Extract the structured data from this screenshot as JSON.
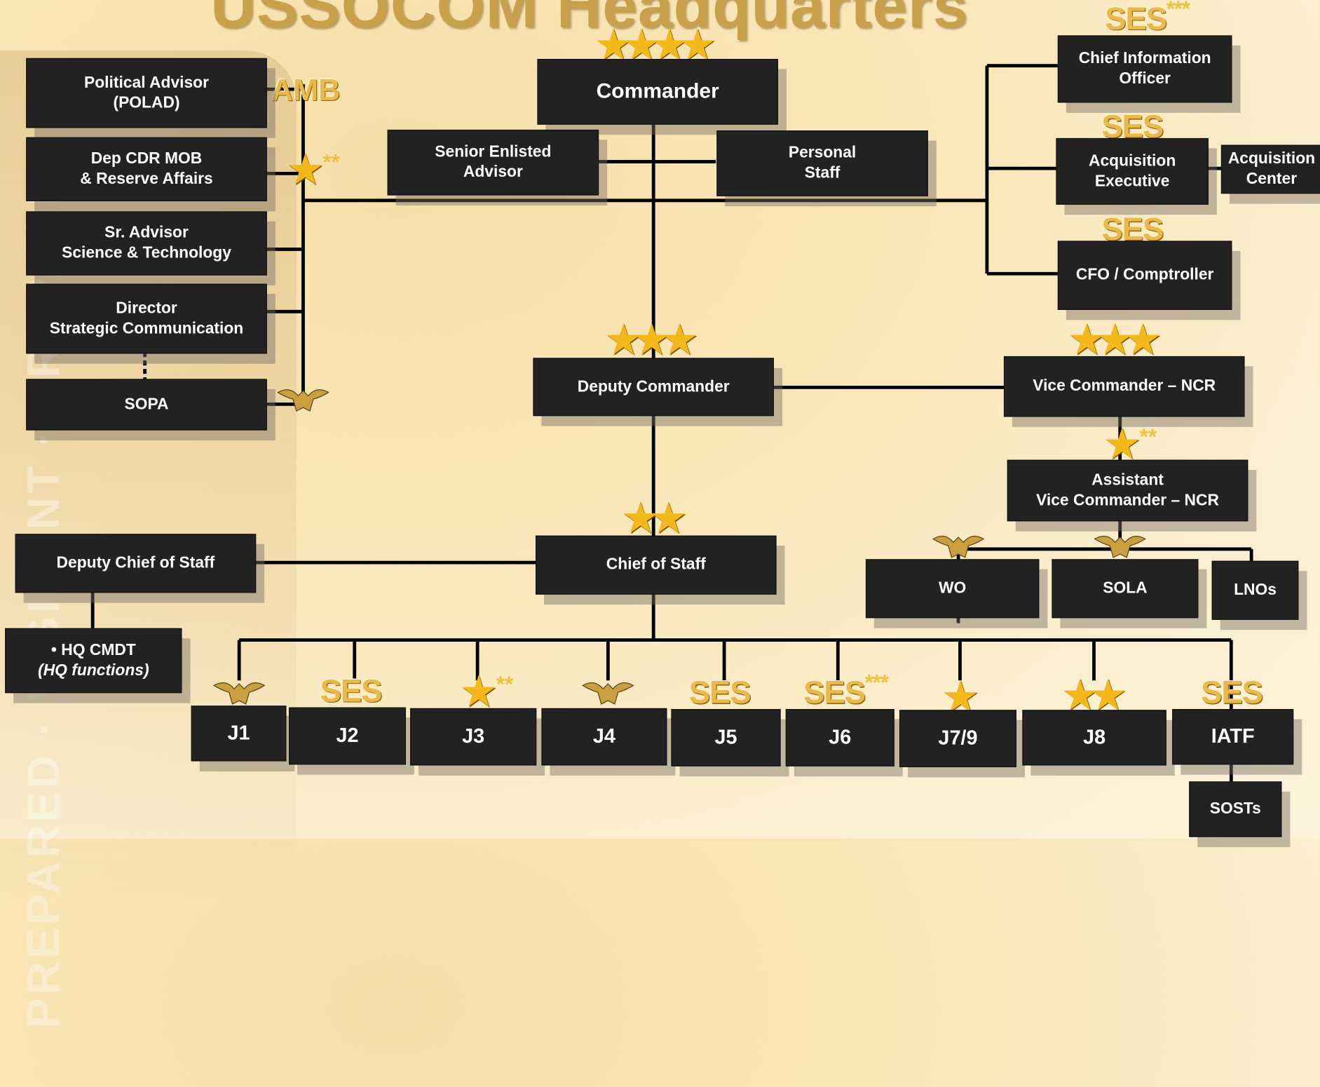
{
  "title": "USSOCOM Headquarters",
  "watermark": "PREPARED · VIGILANT · PREPARED",
  "ranks": {
    "four_star": "★★★★",
    "three_star": "★★★",
    "two_star": "★★",
    "one_star": "★",
    "star_one": "★",
    "sup2": "**",
    "sup3": "***",
    "ses": "SES",
    "amb": "AMB"
  },
  "boxes": {
    "commander": "Commander",
    "poladv": "Political Advisor\n(POLAD)",
    "depcdr_mob": "Dep CDR MOB\n& Reserve Affairs",
    "sr_advisor": "Sr. Advisor\nScience & Technology",
    "dir_stratcom": "Director\nStrategic Communication",
    "sopa": "SOPA",
    "sea": "Senior Enlisted\nAdvisor",
    "personal_staff": "Personal\nStaff",
    "cio": "Chief Information\nOfficer",
    "acq_exec": "Acquisition\nExecutive",
    "acq_center": "Acquisition\nCenter",
    "cfo": "CFO / Comptroller",
    "deputy_commander": "Deputy Commander",
    "vice_cdr": "Vice Commander – NCR",
    "asst_vice_cdr": "Assistant\nVice Commander – NCR",
    "wo": "WO",
    "sola": "SOLA",
    "lnos": "LNOs",
    "dep_cos": "Deputy Chief of Staff",
    "hq_cmdt": "• HQ CMDT",
    "hq_functions": "(HQ functions)",
    "cos": "Chief of Staff",
    "j1": "J1",
    "j2": "J2",
    "j3": "J3",
    "j4": "J4",
    "j5": "J5",
    "j6": "J6",
    "j79": "J7/9",
    "j8": "J8",
    "iatf": "IATF",
    "sosts": "SOSTs"
  }
}
